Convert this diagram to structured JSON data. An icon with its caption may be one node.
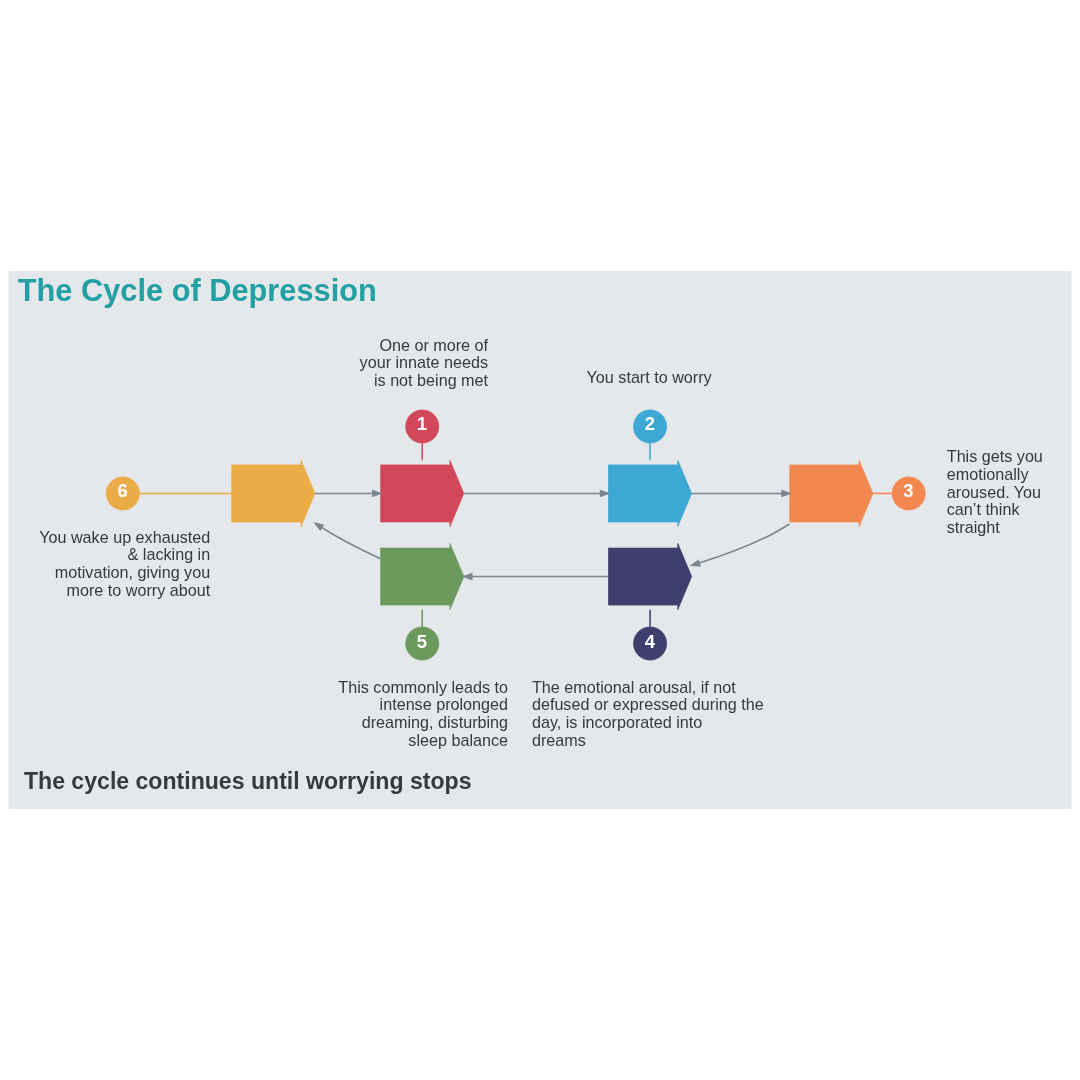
{
  "diagram": {
    "title": "The Cycle of Depression",
    "caption": "The cycle continues until worrying stops",
    "nodes": [
      {
        "text": [
          "1"
        ],
        "beside": [
          "One or more of your innate needs is not being met"
        ]
      },
      {
        "text": [],
        "shape": "arrow"
      },
      {
        "text": [
          "2"
        ],
        "beside": [
          "You start to worry"
        ]
      },
      {
        "text": [],
        "shape": "arrow"
      },
      {
        "text": [
          "3"
        ],
        "beside": [
          "This gets you emotionally aroused. You can’t think straight"
        ]
      },
      {
        "text": [],
        "shape": "arrow"
      },
      {
        "text": [
          "4"
        ],
        "beside": [
          "The emotional arousal, if not defused or expressed during the day, is incorporated into dreams"
        ]
      },
      {
        "text": [],
        "shape": "arrow"
      },
      {
        "text": [
          "5"
        ],
        "beside": [
          "This commonly leads to intense prolonged dreaming, disturbing sleep balance"
        ]
      },
      {
        "text": [],
        "shape": "arrow"
      },
      {
        "text": [
          "6"
        ],
        "beside": [
          "You wake up exhausted & lacking in motivation, giving you more to worry about"
        ]
      },
      {
        "text": [],
        "shape": "arrow"
      }
    ],
    "edges": [
      {
        "from": 1,
        "to": 0,
        "arrow": "none",
        "color": "#d3475b"
      },
      {
        "from": 3,
        "to": 2,
        "arrow": "none",
        "color": "#3ea8d5"
      },
      {
        "from": 5,
        "to": 4,
        "arrow": "none",
        "color": "#f2884f"
      },
      {
        "from": 6,
        "to": 7,
        "arrow": "none",
        "color": "#3f3f6e"
      },
      {
        "from": 8,
        "to": 9,
        "arrow": "none",
        "color": "#6a9a5c"
      },
      {
        "from": 10,
        "to": 11,
        "arrow": "none",
        "color": "#ebab46"
      },
      {
        "from": 1,
        "to": 3,
        "arrow": "to"
      },
      {
        "from": 3,
        "to": 5,
        "arrow": "to"
      },
      {
        "from": 5,
        "to": 7,
        "arrow": "to"
      },
      {
        "from": 7,
        "to": 9,
        "arrow": "to"
      },
      {
        "from": 9,
        "to": 11,
        "arrow": "to"
      },
      {
        "from": 11,
        "to": 1,
        "arrow": "to"
      }
    ]
  }
}
